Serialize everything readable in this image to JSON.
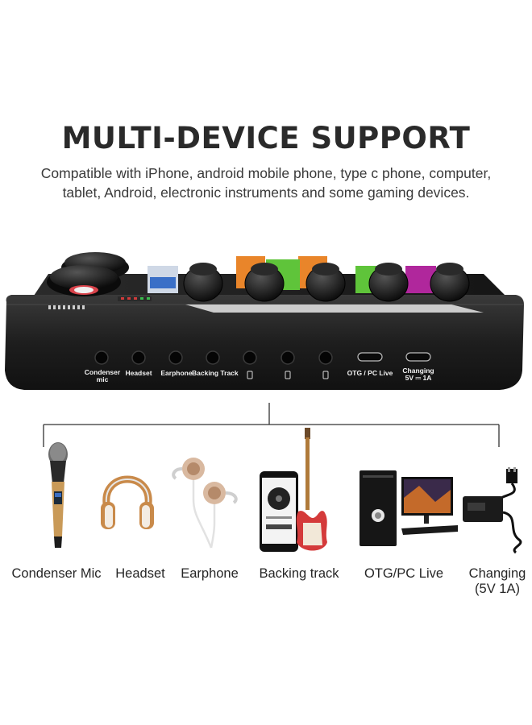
{
  "header": {
    "title": "MULTI-DEVICE SUPPORT",
    "subtitle_line1": "Compatible with iPhone, android mobile phone, type c phone, computer,",
    "subtitle_line2": "tablet, Android, electronic instruments and some gaming devices."
  },
  "ports": {
    "condenser_mic_1": "Condenser",
    "condenser_mic_2": "mic",
    "headset": "Headset",
    "earphone": "Earphone",
    "backing_track": "Backing Track",
    "otg": "OTG / PC Live",
    "changing_1": "Changing",
    "changing_2": "5V ⎓ 1A"
  },
  "devices": [
    {
      "caption": "Condenser Mic",
      "icon": "microphone-icon"
    },
    {
      "caption": "Headset",
      "icon": "headphones-icon"
    },
    {
      "caption": "Earphone",
      "icon": "earphones-icon"
    },
    {
      "caption": "Backing track",
      "icon": "phone-guitar-icon"
    },
    {
      "caption": "OTG/PC Live",
      "icon": "computer-icon"
    },
    {
      "caption": "Changing",
      "caption2": "(5V 1A)",
      "icon": "power-adapter-icon"
    }
  ],
  "colors": {
    "device_body": "#1c1c1c",
    "accent_green": "#5fc43a",
    "accent_purple": "#b0279c",
    "accent_orange": "#e9852a",
    "gold": "#c99a58"
  }
}
